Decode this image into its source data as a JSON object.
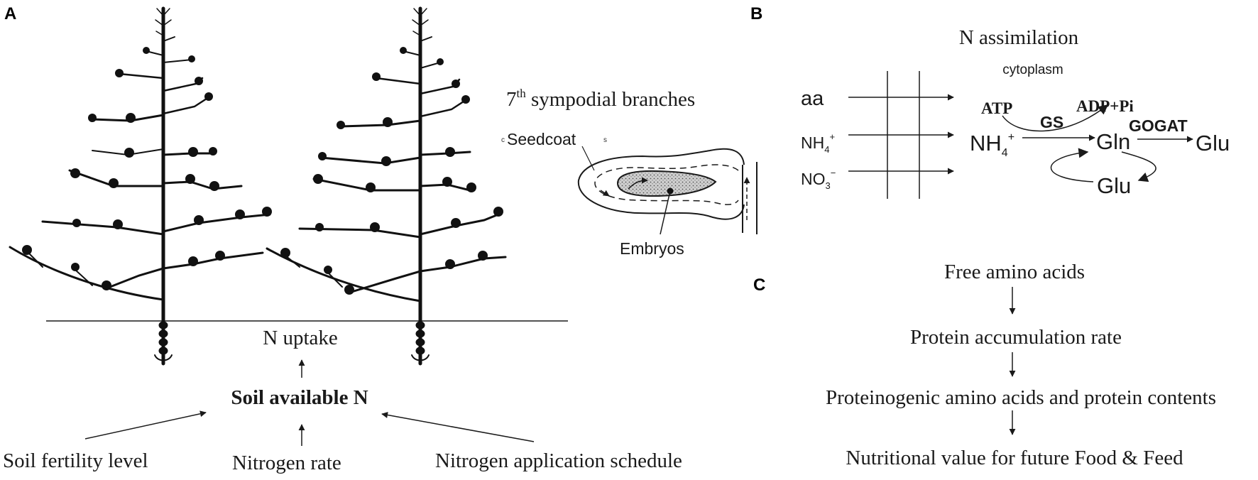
{
  "panels": {
    "a": {
      "label": "A",
      "branch_title": {
        "base": "7",
        "sup": "th",
        "rest": " sympodial branches"
      },
      "seedcoat_label": "Seedcoat",
      "embryos_label": "Embryos",
      "n_uptake": "N uptake",
      "soil_available_n": "Soil available N",
      "factors": [
        "Soil fertility level",
        "Nitrogen rate",
        "Nitrogen application schedule"
      ]
    },
    "b": {
      "label": "B",
      "title": "N assimilation",
      "compartment": "cytoplasm",
      "inputs": {
        "aa": "aa",
        "nh4": {
          "base": "NH",
          "sub": "4",
          "sup": "+"
        },
        "no3": {
          "base": "NO",
          "sub": "3",
          "sup": "−"
        }
      },
      "nh4_inside": {
        "base": "NH",
        "sub": "4",
        "sup": "+"
      },
      "atp": "ATP",
      "adp_pi": "ADP+Pi",
      "gs": "GS",
      "gogat": "GOGAT",
      "gln": "Gln",
      "glu_out": "Glu",
      "glu_cycle": "Glu"
    },
    "c": {
      "label": "C",
      "steps": [
        "Free amino acids",
        "Protein accumulation rate",
        "Proteinogenic amino acids and protein contents",
        "Nutritional value for future Food & Feed"
      ]
    }
  },
  "colors": {
    "ink": "#1a1a1a",
    "embryo_fill": "#bdbdbd"
  }
}
